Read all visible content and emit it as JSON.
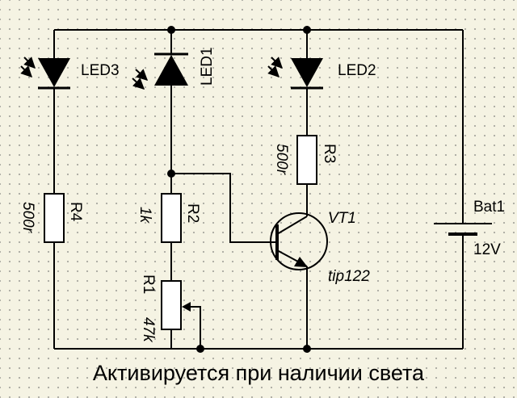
{
  "components": {
    "led3": {
      "ref": "LED3"
    },
    "led1": {
      "ref": "LED1"
    },
    "led2": {
      "ref": "LED2"
    },
    "r4": {
      "ref": "R4",
      "value": "500r"
    },
    "r2": {
      "ref": "R2",
      "value": "1k"
    },
    "r1": {
      "ref": "R1",
      "value": "47k"
    },
    "r3": {
      "ref": "R3",
      "value": "500r"
    },
    "vt1": {
      "ref": "VT1",
      "value": "tip122"
    },
    "bat1": {
      "ref": "Bat1",
      "value": "12V"
    }
  },
  "caption": "Активируется при наличии света",
  "colors": {
    "background": "#f5f3e3",
    "grid_dot": "#a8a8a0",
    "wire": "#000000"
  }
}
